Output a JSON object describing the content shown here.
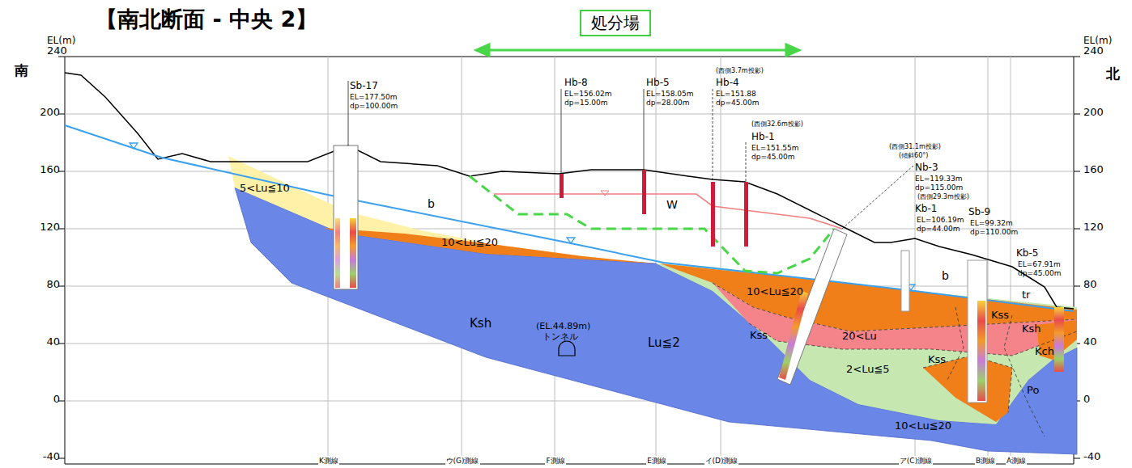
{
  "diagram": {
    "title": "【南北断面 - 中央 2】",
    "nodes": [
      {
        "text": [
          "処分場"
        ]
      }
    ],
    "labels": [
      "EL(m)",
      "240",
      "EL(m)",
      "240",
      "南",
      "北",
      "200",
      "160",
      "120",
      "80",
      "40",
      "0",
      "-40",
      "200",
      "160",
      "120",
      "80",
      "40",
      "0",
      "-40",
      "Sb-17",
      "EL=177.50m",
      "dp=100.00m",
      "Hb-8",
      "EL=156.02m",
      "dp=15.00m",
      "Hb-5",
      "EL=158.05m",
      "dp=28.00m",
      "(西側3.7m投影)",
      "Hb-4",
      "EL=151.88",
      "dp=45.00m",
      "(西側32.6m投影)",
      "Hb-1",
      "EL=151.55m",
      "dp=45.00m",
      "(西側31.1m投影)",
      "(傾斜60°)",
      "Nb-3",
      "EL=119.33m",
      "dp=115.00m",
      "(西側29.3m投影)",
      "Kb-1",
      "EL=106.19m",
      "dp=44.00m",
      "Sb-9",
      "EL=99.32m",
      "dp=110.00m",
      "Kb-5",
      "EL=67.91m",
      "dp=45.00m",
      "5<Lu≦10",
      "b",
      "10<Lu≦20",
      "Ksh",
      "(EL.44.89m)",
      "トンネル",
      "Lu≦2",
      "W",
      "10<Lu≦20",
      "Kss",
      "20<Lu",
      "2<Lu≦5",
      "b",
      "tr",
      "Ksh",
      "Kss",
      "Kss",
      "Kch",
      "Po",
      "10<Lu≦20",
      "K測線",
      "ウ(G)測線",
      "F測線",
      "E測線",
      "イ(D)測線",
      "ア(C)測線",
      "B測線",
      "A測線"
    ]
  }
}
